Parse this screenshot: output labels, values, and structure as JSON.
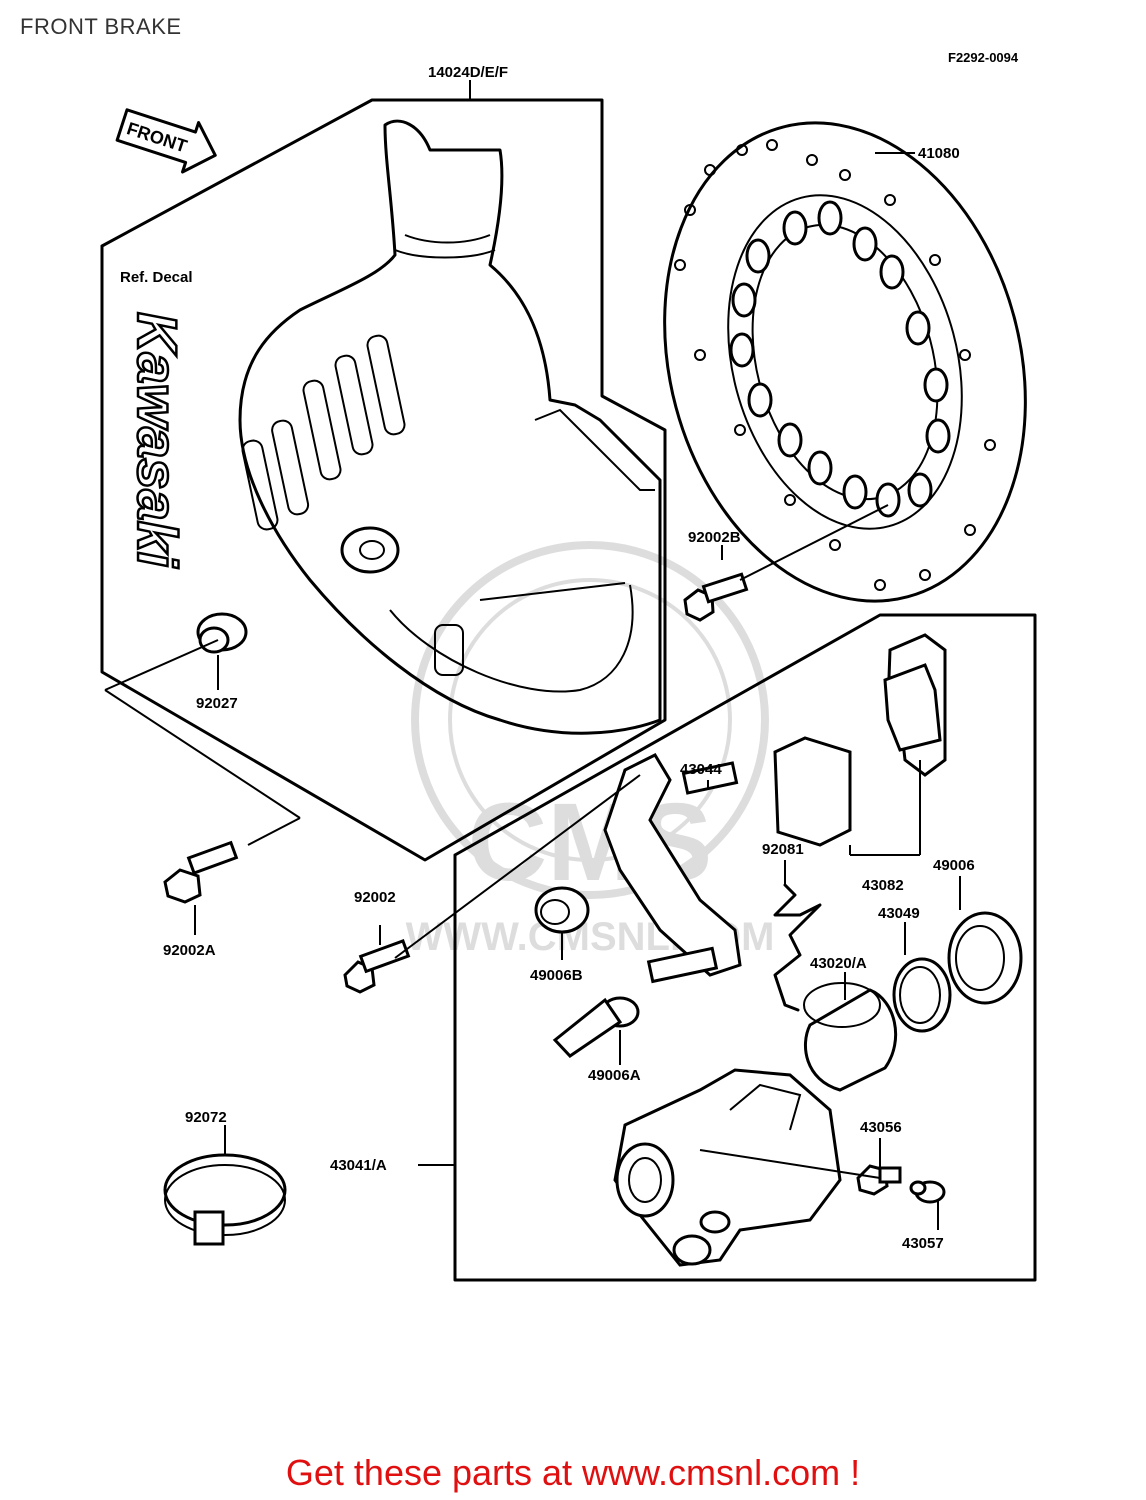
{
  "page": {
    "title": "FRONT BRAKE",
    "diagram_code": "F2292-0094"
  },
  "diagram": {
    "front_arrow_text": "FRONT",
    "decal_label": "Ref. Decal",
    "decal_text": "Kawasaki",
    "watermark_text": "WWW.CMSNL.COM",
    "parts": [
      {
        "id": "p14024",
        "label": "14024D/E/F"
      },
      {
        "id": "p41080",
        "label": "41080"
      },
      {
        "id": "p92002B",
        "label": "92002B"
      },
      {
        "id": "p92027",
        "label": "92027"
      },
      {
        "id": "p92002A",
        "label": "92002A"
      },
      {
        "id": "p43044",
        "label": "43044"
      },
      {
        "id": "p92002",
        "label": "92002"
      },
      {
        "id": "p92081",
        "label": "92081"
      },
      {
        "id": "p43082",
        "label": "43082"
      },
      {
        "id": "p49006",
        "label": "49006"
      },
      {
        "id": "p43049",
        "label": "43049"
      },
      {
        "id": "p49006B",
        "label": "49006B"
      },
      {
        "id": "p43020",
        "label": "43020/A"
      },
      {
        "id": "p49006A",
        "label": "49006A"
      },
      {
        "id": "p92072",
        "label": "92072"
      },
      {
        "id": "p43056",
        "label": "43056"
      },
      {
        "id": "p43041",
        "label": "43041/A"
      },
      {
        "id": "p43057",
        "label": "43057"
      }
    ]
  },
  "footer": {
    "link_text": "Get these parts at www.cmsnl.com !"
  }
}
